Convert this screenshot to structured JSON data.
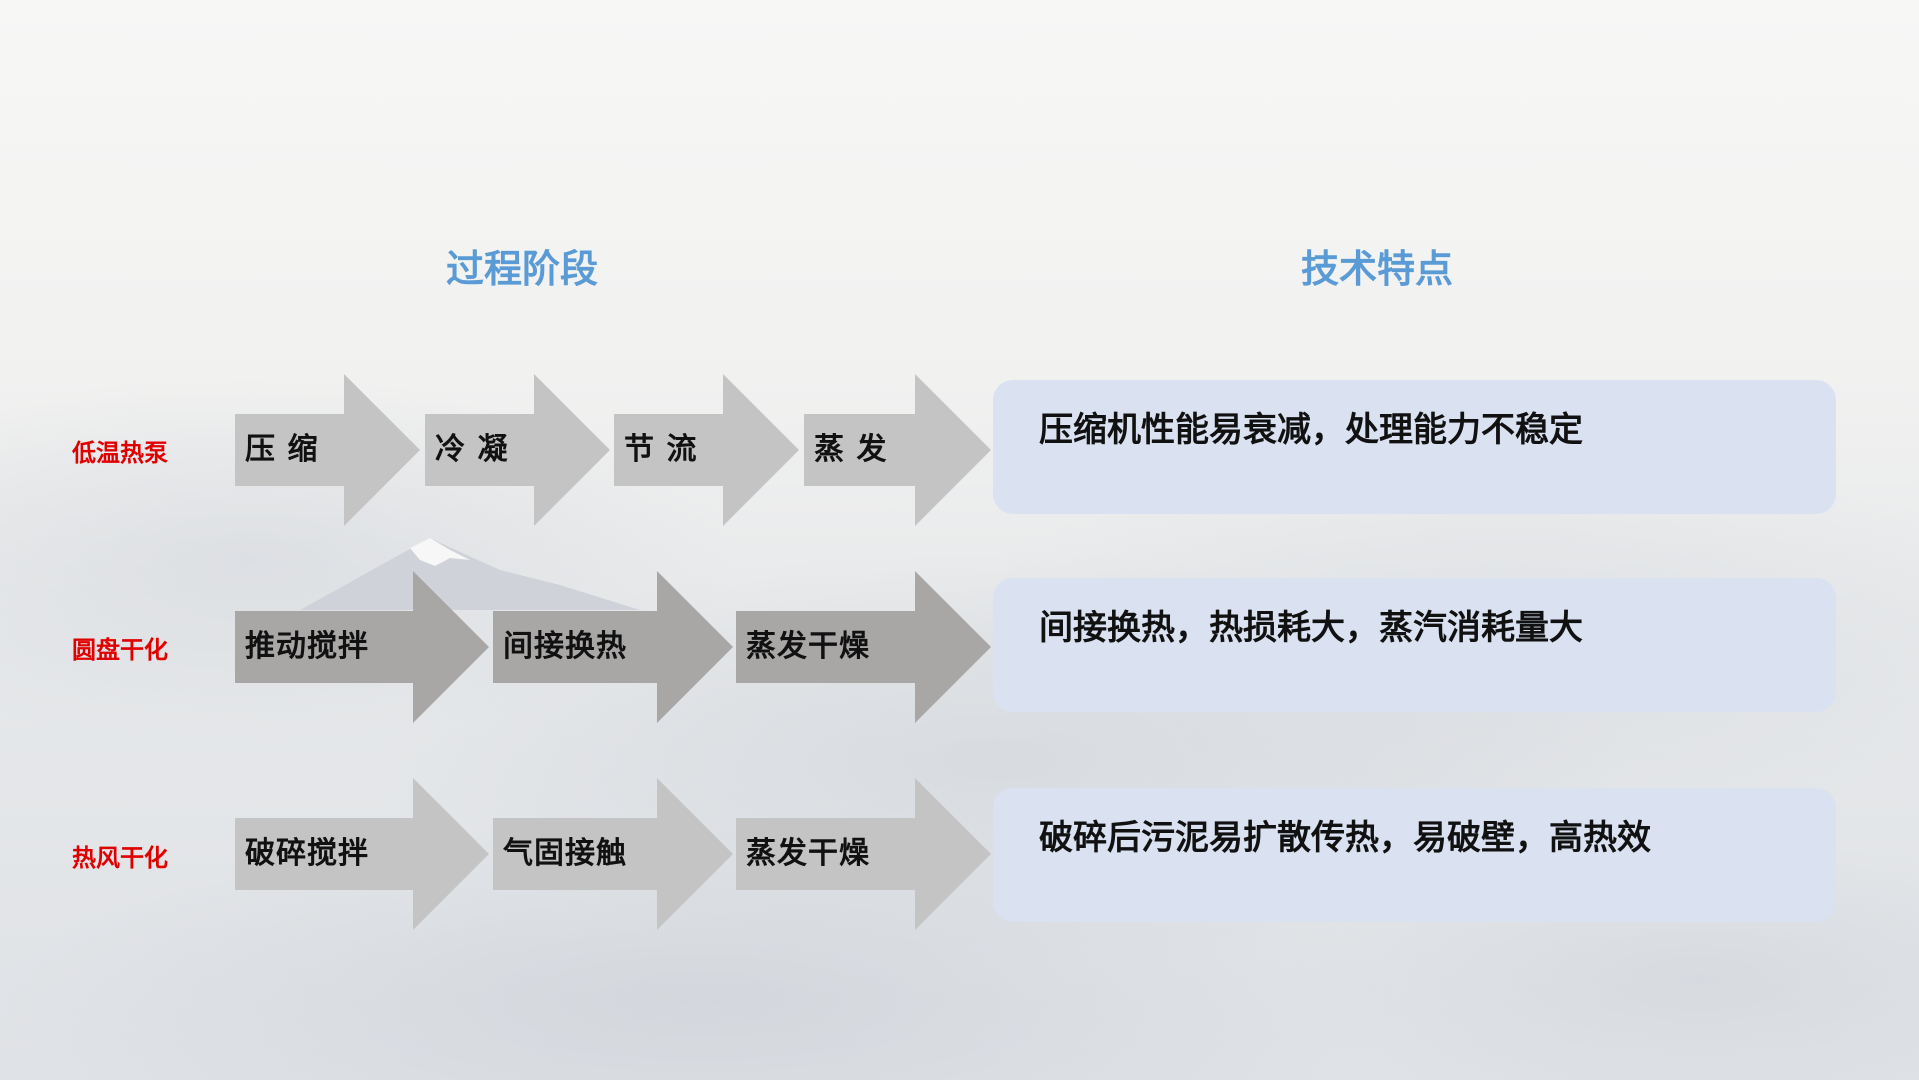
{
  "headers": {
    "process": "过程阶段",
    "features": "技术特点"
  },
  "rows": [
    {
      "label": "低温热泵",
      "steps": [
        "压 缩",
        "冷 凝",
        "节 流",
        "蒸 发"
      ],
      "feature": "压缩机性能易衰减，处理能力不稳定"
    },
    {
      "label": "圆盘干化",
      "steps": [
        "推动搅拌",
        "间接换热",
        "蒸发干燥"
      ],
      "feature": "间接换热，热损耗大，蒸汽消耗量大"
    },
    {
      "label": "热风干化",
      "steps": [
        "破碎搅拌",
        "气固接触",
        "蒸发干燥"
      ],
      "feature": "破碎后污泥易扩散传热，易破壁，高热效"
    }
  ],
  "colors": {
    "header": "#5b9bd5",
    "row_label": "#e00000",
    "arrow_light": "#c4c4c4",
    "arrow_dark": "#a9a6a6",
    "feature_box": "#dae2f2"
  }
}
